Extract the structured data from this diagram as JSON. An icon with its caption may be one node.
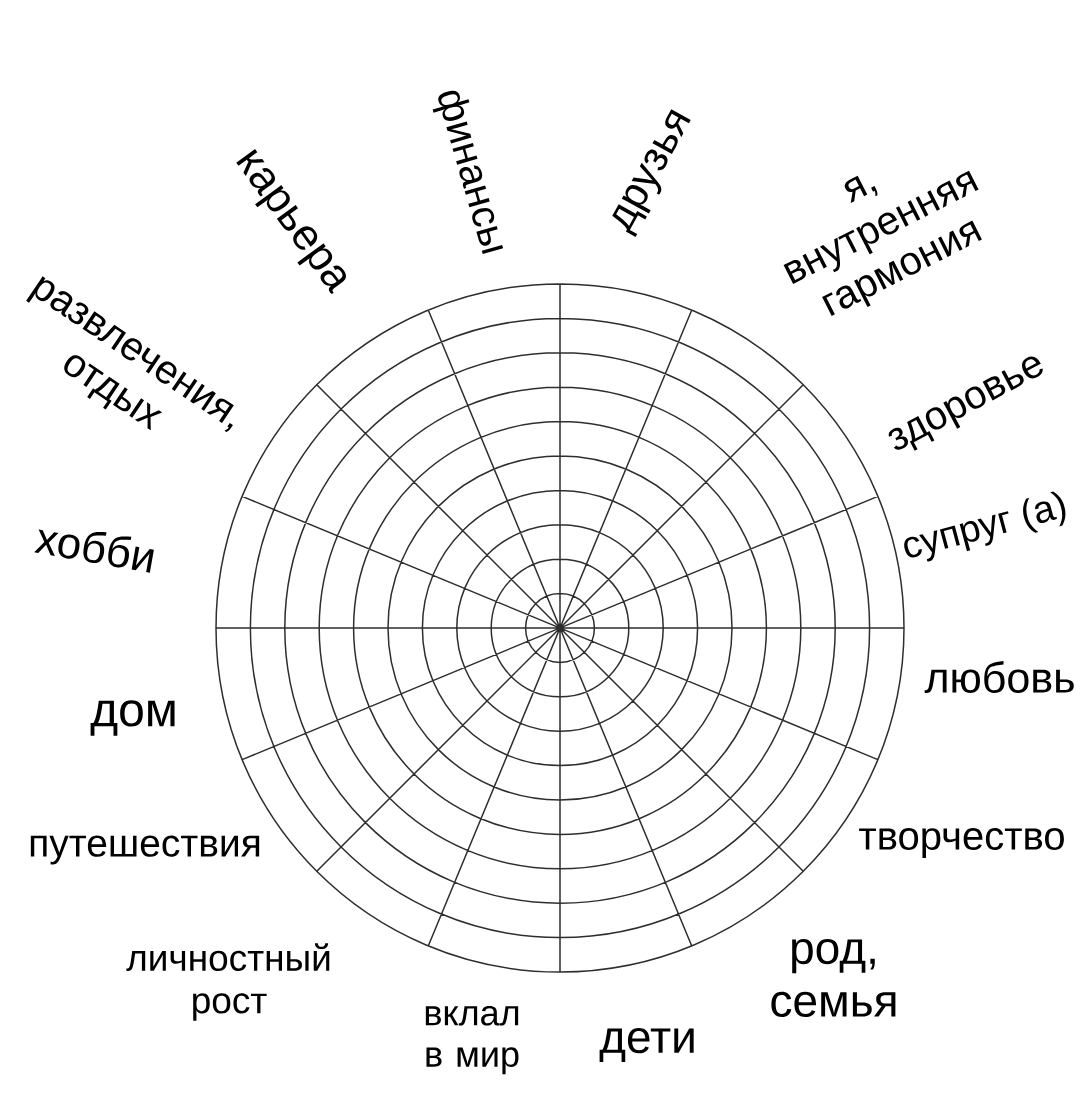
{
  "diagram": {
    "labels": [
      "финансы",
      "друзья",
      "я, внутренняя гармония",
      "здоровье",
      "супруг (а)",
      "любовь",
      "творчество",
      "род, семья",
      "дети",
      "вклал в мир",
      "личностный рост",
      "путешествия",
      "дом",
      "хобби",
      "развлечения, отдых",
      "карьера"
    ]
  }
}
